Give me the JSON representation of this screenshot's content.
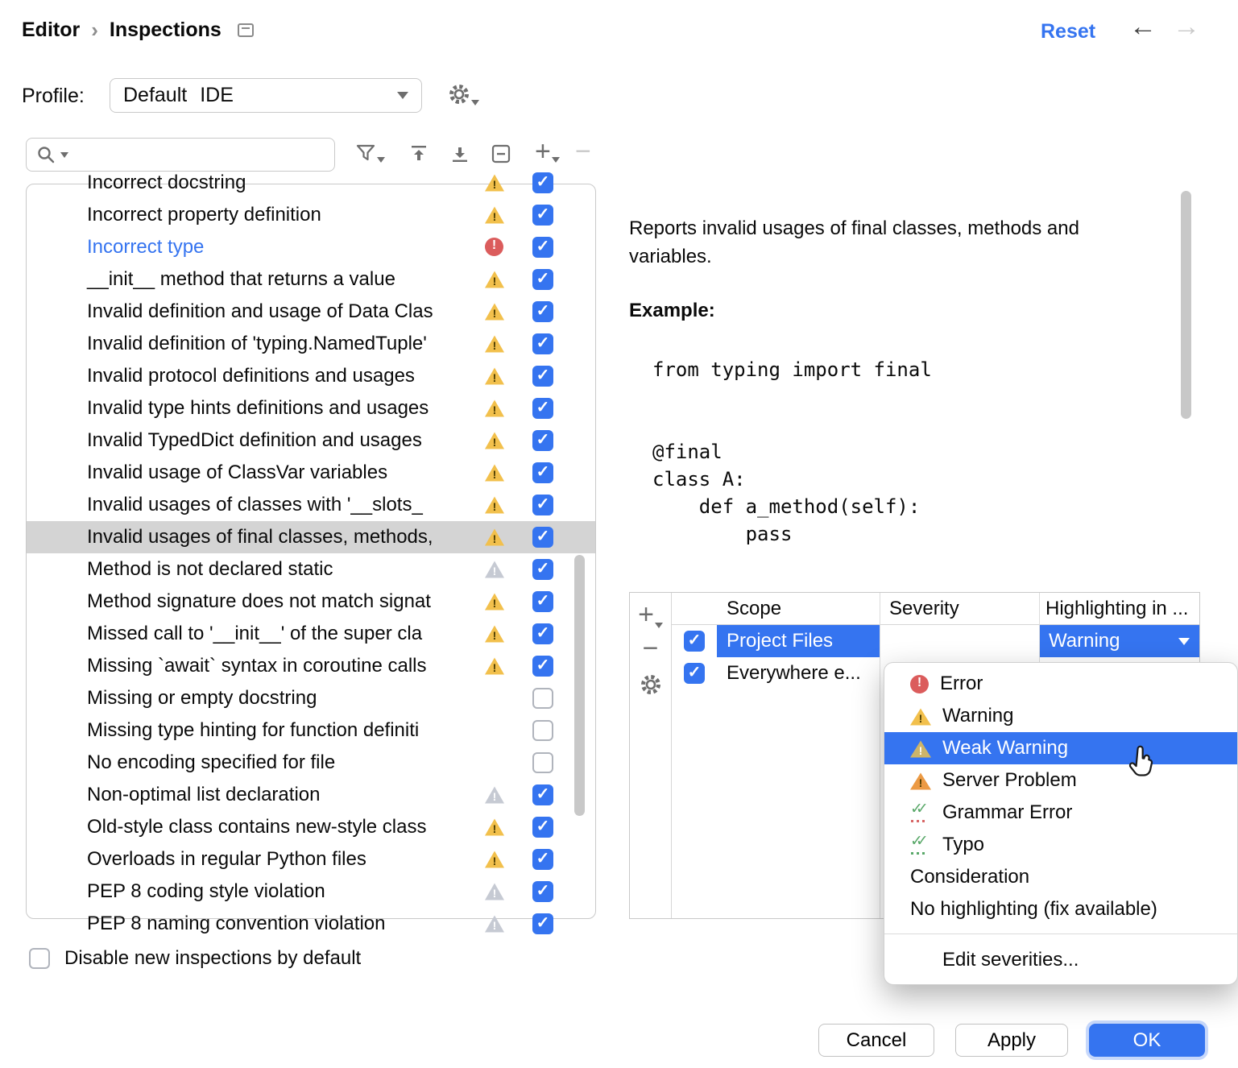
{
  "header": {
    "breadcrumb": [
      "Editor",
      "Inspections"
    ],
    "separator": "›",
    "reset": "Reset"
  },
  "icons": {
    "back": "←",
    "forward": "→",
    "add": "+",
    "remove": "−",
    "search": "magnifier",
    "filter": "funnel",
    "expand_all": "arrow-to-top-line",
    "collapse_all": "arrow-to-bottom-line",
    "collapse_node": "box-minus",
    "gear": "gear",
    "chevron": "▾"
  },
  "profile": {
    "label": "Profile:",
    "name": "Default",
    "tag": "IDE"
  },
  "search": {
    "value": ""
  },
  "tree": {
    "items": [
      {
        "label": "Incorrect docstring",
        "icon": "warning",
        "checked": true
      },
      {
        "label": "Incorrect property definition",
        "icon": "warning",
        "checked": true
      },
      {
        "label": "Incorrect type",
        "icon": "error",
        "checked": true,
        "link": true
      },
      {
        "label": "__init__ method that returns a value",
        "icon": "warning",
        "checked": true
      },
      {
        "label": "Invalid definition and usage of Data Clas",
        "icon": "warning",
        "checked": true
      },
      {
        "label": "Invalid definition of 'typing.NamedTuple'",
        "icon": "warning",
        "checked": true
      },
      {
        "label": "Invalid protocol definitions and usages",
        "icon": "warning",
        "checked": true
      },
      {
        "label": "Invalid type hints definitions and usages",
        "icon": "warning",
        "checked": true
      },
      {
        "label": "Invalid TypedDict definition and usages",
        "icon": "warning",
        "checked": true
      },
      {
        "label": "Invalid usage of ClassVar variables",
        "icon": "warning",
        "checked": true
      },
      {
        "label": "Invalid usages of classes with '__slots_",
        "icon": "warning",
        "checked": true
      },
      {
        "label": "Invalid usages of final classes, methods,",
        "icon": "warning",
        "checked": true,
        "selected": true
      },
      {
        "label": "Method is not declared static",
        "icon": "warning-dim",
        "checked": true
      },
      {
        "label": "Method signature does not match signat",
        "icon": "warning",
        "checked": true
      },
      {
        "label": "Missed call to '__init__' of the super cla",
        "icon": "warning",
        "checked": true
      },
      {
        "label": "Missing `await` syntax in coroutine calls",
        "icon": "warning",
        "checked": true
      },
      {
        "label": "Missing or empty docstring",
        "checked": false
      },
      {
        "label": "Missing type hinting for function definiti",
        "checked": false
      },
      {
        "label": "No encoding specified for file",
        "checked": false
      },
      {
        "label": "Non-optimal list declaration",
        "icon": "warning-dim",
        "checked": true
      },
      {
        "label": "Old-style class contains new-style class",
        "icon": "warning",
        "checked": true
      },
      {
        "label": "Overloads in regular Python files",
        "icon": "warning",
        "checked": true
      },
      {
        "label": "PEP 8 coding style violation",
        "icon": "warning-dim",
        "checked": true
      },
      {
        "label": "PEP 8 naming convention violation",
        "icon": "warning-dim",
        "checked": true
      }
    ]
  },
  "detail": {
    "description": "Reports invalid usages of final classes, methods and variables.",
    "example_label": "Example:",
    "code_lines": [
      "from typing import final",
      "",
      "",
      "@final",
      "class A:",
      "    def a_method(self):",
      "        pass"
    ],
    "scopes": {
      "columns": [
        "Scope",
        "Severity",
        "Highlighting in ..."
      ],
      "rows": [
        {
          "checked": true,
          "scope": "Project Files",
          "severity": "",
          "highlighting": "Warning",
          "selected": true
        },
        {
          "checked": true,
          "scope": "Everywhere e...",
          "severity": "",
          "highlighting": ""
        }
      ]
    }
  },
  "severity_menu": {
    "items": [
      {
        "icon": "error",
        "label": "Error"
      },
      {
        "icon": "warning",
        "label": "Warning"
      },
      {
        "icon": "weak-warning",
        "label": "Weak Warning",
        "selected": true
      },
      {
        "icon": "server-problem",
        "label": "Server Problem"
      },
      {
        "icon": "grammar-error",
        "label": "Grammar Error"
      },
      {
        "icon": "typo",
        "label": "Typo"
      },
      {
        "label": "Consideration"
      },
      {
        "label": "No highlighting (fix available)"
      },
      {
        "type": "separator"
      },
      {
        "label": "Edit severities...",
        "indent": true
      }
    ]
  },
  "footer": {
    "disable_checkbox_label": "Disable new inspections by default",
    "buttons": {
      "cancel": "Cancel",
      "apply": "Apply",
      "ok": "OK"
    }
  },
  "colors": {
    "accent": "#3574F0",
    "selection": "#D4D4D4",
    "warning": "#F2C04C",
    "error": "#DB5C5C",
    "link": "#3574F0"
  }
}
